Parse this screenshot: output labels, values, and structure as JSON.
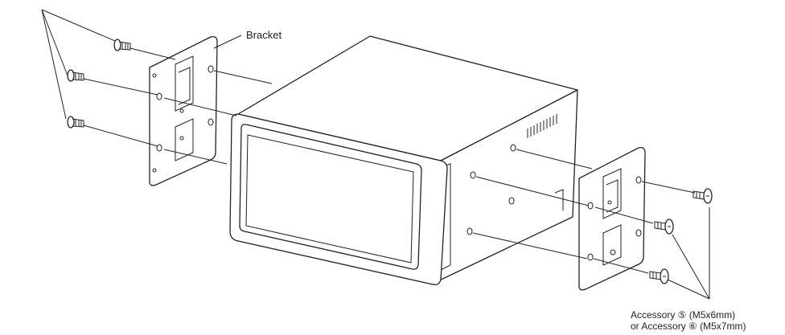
{
  "labels": {
    "bracket": "Bracket",
    "accessory_line1": "Accessory ⑤ (M5x6mm)",
    "accessory_line2": "or Accessory ⑥ (M5x7mm)"
  }
}
